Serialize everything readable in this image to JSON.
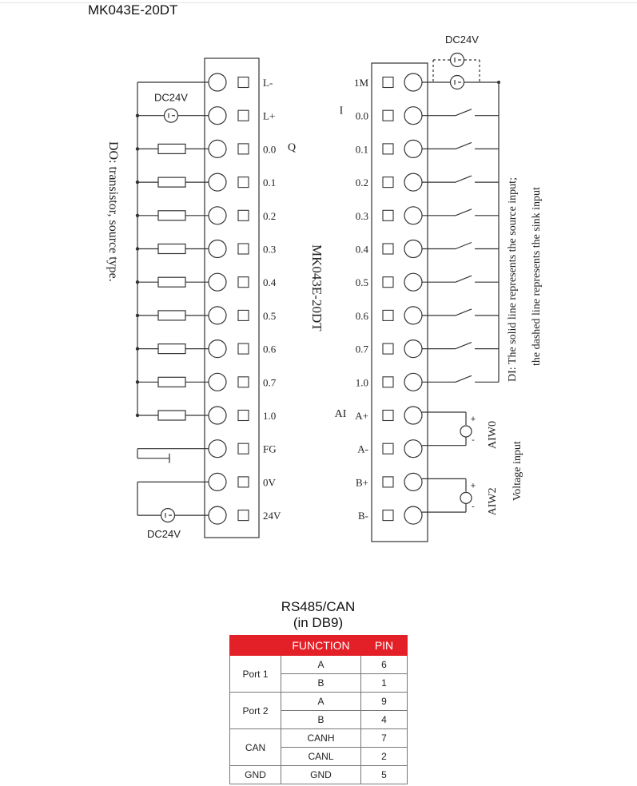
{
  "page": {
    "title": "MK043E-20DT"
  },
  "diagram": {
    "model_label": "MK043E-20DT",
    "do_note": "DO: transistor, source type.",
    "di_note_line1": "DI: The solid line represents the source input;",
    "di_note_line2": "the dashed line represents the sink input",
    "voltage_input_label": "Voltage input",
    "dc24v": "DC24V",
    "left_terminals": [
      "L-",
      "L+",
      "0.0",
      "0.1",
      "0.2",
      "0.3",
      "0.4",
      "0.5",
      "0.6",
      "0.7",
      "1.0",
      "FG",
      "0V",
      "24V"
    ],
    "left_group_label": "Q",
    "right_terminals": [
      "1M",
      "0.0",
      "0.1",
      "0.2",
      "0.3",
      "0.4",
      "0.5",
      "0.6",
      "0.7",
      "1.0",
      "A+",
      "A-",
      "B+",
      "B-"
    ],
    "right_group_label_input": "I",
    "right_group_label_analog": "AI",
    "aiw0": "AIW0",
    "aiw2": "AIW2",
    "plus": "+",
    "minus": "-"
  },
  "rs485": {
    "title_line1": "RS485/CAN",
    "title_line2": "(in DB9)",
    "headers": [
      "",
      "FUNCTION",
      "PIN"
    ],
    "groups": [
      {
        "name": "Port 1",
        "rows": [
          {
            "function": "A",
            "pin": "6"
          },
          {
            "function": "B",
            "pin": "1"
          }
        ]
      },
      {
        "name": "Port 2",
        "rows": [
          {
            "function": "A",
            "pin": "9"
          },
          {
            "function": "B",
            "pin": "4"
          }
        ]
      },
      {
        "name": "CAN",
        "rows": [
          {
            "function": "CANH",
            "pin": "7"
          },
          {
            "function": "CANL",
            "pin": "2"
          }
        ]
      },
      {
        "name": "GND",
        "rows": [
          {
            "function": "GND",
            "pin": "5"
          }
        ]
      }
    ]
  }
}
